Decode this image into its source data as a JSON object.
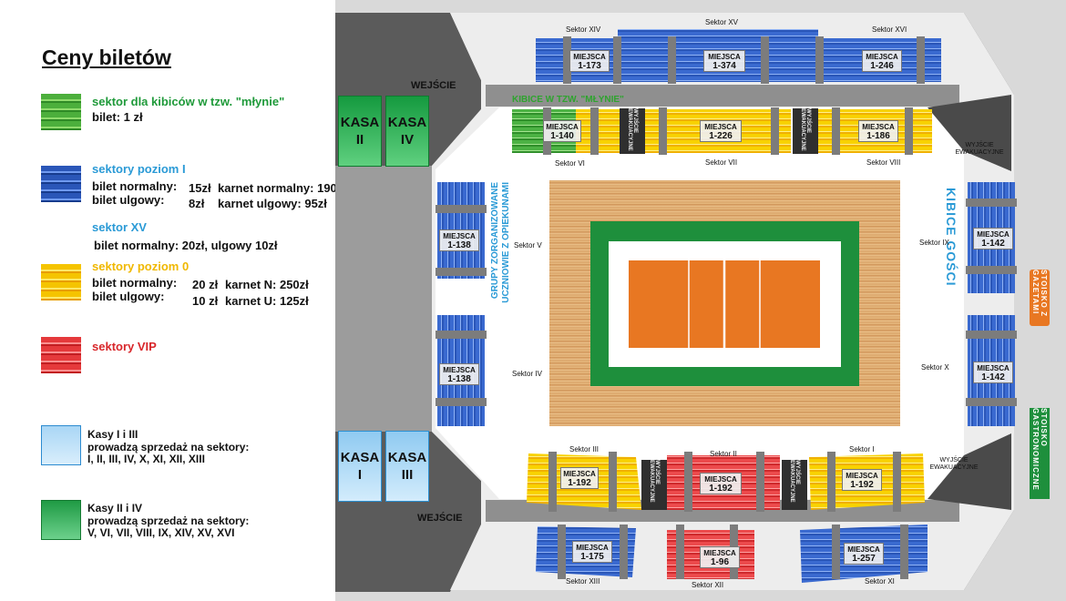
{
  "legend": {
    "title": "Ceny biletów",
    "mlyn": {
      "label": "sektor dla kibiców w tzw. \"młynie\"",
      "price": "bilet: 1 zł"
    },
    "level1": {
      "label": "sektory poziom I",
      "line1_a": "bilet normalny:",
      "line1_b": "15zł",
      "line1_c": "karnet normalny: 190",
      "line2_a": "bilet ulgowy:",
      "line2_b": "8zł",
      "line2_c": "karnet ulgowy: 95zł"
    },
    "xv": {
      "label": "sektor XV",
      "price": "bilet normalny: 20zł, ulgowy 10zł"
    },
    "level0": {
      "label": "sektory poziom 0",
      "line1_a": "bilet normalny:",
      "line1_b": "20 zł",
      "line1_c": "karnet N: 250zł",
      "line2_a": "bilet ulgowy:",
      "line2_b": "10 zł",
      "line2_c": "karnet U: 125zł"
    },
    "vip": {
      "label": "sektory VIP"
    },
    "kasy13": {
      "line1": "Kasy I i III",
      "line2": "prowadzą sprzedaż na sektory:",
      "line3": "I, II, III, IV, X, XI, XII, XIII"
    },
    "kasy24": {
      "line1": "Kasy II i IV",
      "line2": "prowadzą sprzedaż na sektory:",
      "line3": "V, VI, VII, VIII, IX, XIV, XV, XVI"
    }
  },
  "map": {
    "entrance_top": "WEJŚCIE",
    "entrance_bottom": "WEJŚCIE",
    "kasa": {
      "k2a": "KASA",
      "k2b": "II",
      "k4a": "KASA",
      "k4b": "IV",
      "k1a": "KASA",
      "k1b": "I",
      "k3a": "KASA",
      "k3b": "III"
    },
    "mlyn_label": "KIBICE W TZW. \"MŁYNIE\"",
    "guests_label": "KIBICE GOŚCI",
    "groups_label_1": "GRUPY ZORGANIZOWANE",
    "groups_label_2": "UCZNIOWIE Z OPIEKUNAMI",
    "stand_gazety": "STOISKO Z GAZETAMI",
    "stand_gastro": "STOISKO GASTRONOMICZNE",
    "evac": "WYJŚCIE EWAKUACYJNE",
    "evac_a": "WYJŚCIE",
    "evac_b": "EWAKUACYJNE",
    "seats_label": "MIEJSCA",
    "sectors": {
      "s1": "Sektor I",
      "s2": "Sektor II",
      "s3": "Sektor III",
      "s4": "Sektor IV",
      "s5": "Sektor V",
      "s6": "Sektor VI",
      "s7": "Sektor VII",
      "s8": "Sektor VIII",
      "s9": "Sektor IX",
      "s10": "Sektor X",
      "s11": "Sektor XI",
      "s12": "Sektor XII",
      "s13": "Sektor XIII",
      "s14": "Sektor XIV",
      "s15": "Sektor XV",
      "s16": "Sektor XVI"
    },
    "seats": {
      "xiv": "1-173",
      "xv": "1-374",
      "xvi": "1-246",
      "vi": "1-140",
      "vii": "1-226",
      "viii": "1-186",
      "v": "1-138",
      "iv": "1-138",
      "ix": "1-142",
      "x": "1-142",
      "iii": "1-192",
      "ii": "1-192",
      "i": "1-192",
      "xiii": "1-175",
      "xii": "1-96",
      "xi": "1-257"
    },
    "colors": {
      "blue": "#2a56b8",
      "green": "#3fa83a",
      "yellow": "#f5c400",
      "red": "#e5393b",
      "court": "#e87722",
      "frame": "#1e8f3c"
    }
  }
}
